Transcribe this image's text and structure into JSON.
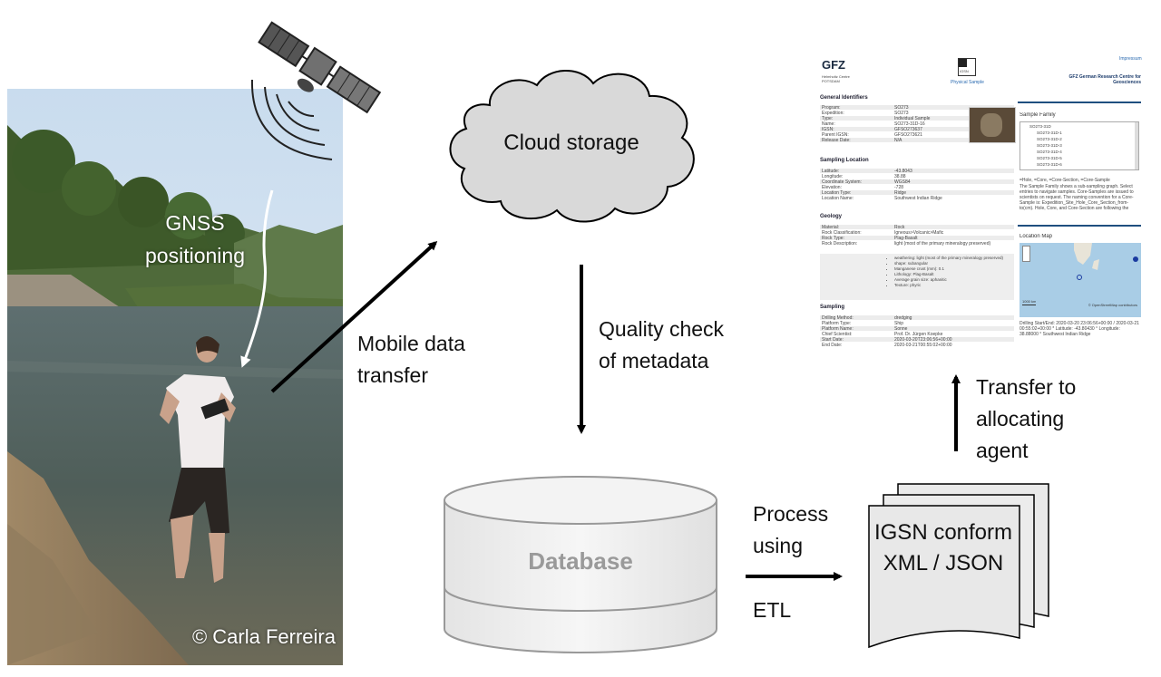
{
  "photo": {
    "credit": "© Carla Ferreira"
  },
  "gnss": {
    "line1": "GNSS",
    "line2": "positioning"
  },
  "arrows": {
    "mobile_line1": "Mobile data",
    "mobile_line2": "transfer",
    "quality_line1": "Quality check",
    "quality_line2": "of metadata",
    "transfer_line1": "Transfer to",
    "transfer_line2": "allocating",
    "transfer_line3": "agent",
    "process_line1": "Process",
    "process_line2": "using",
    "etl": "ETL"
  },
  "cloud": {
    "label": "Cloud storage"
  },
  "database": {
    "label": "Database"
  },
  "documents": {
    "line1": "IGSN conform",
    "line2": "XML / JSON"
  },
  "web_page": {
    "logo": "GFZ",
    "logo_sub": "Helmholtz Centre\nPOTSDAM",
    "igsn_badge": "IGSN",
    "physical_sample": "Physical Sample",
    "top_link": "Impressum",
    "right_org": "GFZ German Research Centre for Geosciences",
    "sections": {
      "general": "General Identifiers",
      "location": "Sampling Location",
      "geology": "Geology",
      "sampling": "Sampling",
      "sample_family": "Sample Family",
      "location_map": "Location Map"
    },
    "general_rows": [
      [
        "Program:",
        "SO273"
      ],
      [
        "Expedition:",
        "SO273"
      ],
      [
        "Type:",
        "Individual Sample"
      ],
      [
        "Name:",
        "SO273-31D-16"
      ],
      [
        "IGSN:",
        "GFSO273637"
      ],
      [
        "Parent IGSN:",
        "GFSO273621"
      ],
      [
        "Release Date:",
        "N/A"
      ]
    ],
    "location_rows": [
      [
        "Latitude:",
        "-43.8043"
      ],
      [
        "Longitude:",
        "38.88"
      ],
      [
        "Coordinate System:",
        "WGS84"
      ],
      [
        "Elevation:",
        "-728"
      ],
      [
        "Location Type:",
        "Ridge"
      ],
      [
        "Location Name:",
        "Southwest Indian Ridge"
      ]
    ],
    "geology_rows": [
      [
        "Material:",
        "Rock"
      ],
      [
        "Rock Classification:",
        "Igneous>Volcanic>Mafic"
      ],
      [
        "Rock Type:",
        "Plag-Basalt"
      ],
      [
        "Rock Description:",
        "light (most of the primary mineralogy preserved)"
      ]
    ],
    "geology_bullets": [
      "weathering: light (most of the primary mineralogy preserved)",
      "shape: subangular",
      "Manganese crust (mm): 0.1",
      "Lithology: Plag-Basalt",
      "Average grain size: aphanitic",
      "Texture: phyric"
    ],
    "sampling_rows": [
      [
        "Drilling Method:",
        "dredging"
      ],
      [
        "Platform Type:",
        "Ship"
      ],
      [
        "Platform Name:",
        "Sonne"
      ],
      [
        "Chief Scientist:",
        "Prof. Dr. Jürgen Koepke"
      ],
      [
        "Start Date:",
        "2020-03-20T23:06:56+00:00"
      ],
      [
        "End Date:",
        "2020-03-21T00:55:02+00:00"
      ]
    ],
    "family_items": [
      "SO273-31D",
      "SO273-31D-1",
      "SO273-31D-2",
      "SO273-31D-3",
      "SO273-31D-4",
      "SO273-31D-5",
      "SO273-31D-6"
    ],
    "family_legend": "=Hole, =Core, =Core-Section, =Core-Sample",
    "family_text": "The Sample Family shows a sub-sampling graph. Select entries to navigate samples. Core-Samples are issued to scientists on request. The naming convention for a Core-Sample is: Expedition_Site_Hole_Core_Section_from-to(cm). Hole, Core, and Core-Section are following the same schema respectively.",
    "map_caption": "Drilling Start/End: 2020-03-20 23:06:56+00:00 / 2020-03-21 00:55:02+00:00 * Latitude: -43.80430 ° Longitude: 38.88000 ° Southwest Indian Ridge",
    "map_attrib": "© OpenStreetMap contributors",
    "map_scale": "1000 km"
  }
}
